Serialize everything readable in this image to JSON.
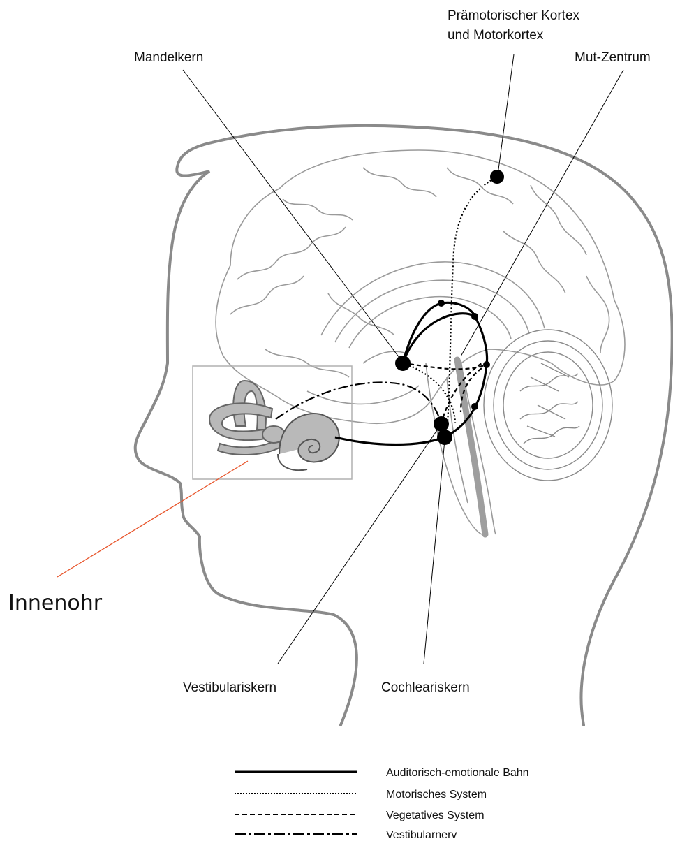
{
  "labels": {
    "premotor_line1": "Prämotorischer Kortex",
    "premotor_line2": "und Motorkortex",
    "mandelkern": "Mandelkern",
    "mut_zentrum": "Mut-Zentrum",
    "innenohr": "Innenohr",
    "vestibulariskern": "Vestibulariskern",
    "cochleariskern": "Cochleariskern"
  },
  "legend": [
    {
      "label": "Auditorisch-emotionale Bahn",
      "style": "solid"
    },
    {
      "label": "Motorisches System",
      "style": "dotted"
    },
    {
      "label": "Vegetatives System",
      "style": "dashed"
    },
    {
      "label": "Vestibularnerv",
      "style": "dash-dot"
    }
  ],
  "colors": {
    "outline": "#8a8a8a",
    "brain_line": "#9a9a9a",
    "pathway": "#000000",
    "ear_fill": "#b9b9b9",
    "innenohr_leader": "#e8542a",
    "inset_box": "#b0b0b0"
  }
}
